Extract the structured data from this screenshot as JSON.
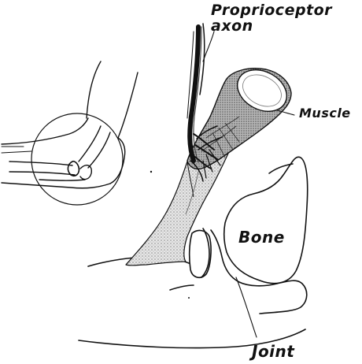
{
  "labels": {
    "axon_line1": "Proprioceptor",
    "axon_line2": "axon",
    "muscle": "Muscle",
    "bone": "Bone",
    "joint": "Joint"
  },
  "colors": {
    "ink": "#111111",
    "stipple": "#8c8c8c",
    "background": "#ffffff"
  }
}
